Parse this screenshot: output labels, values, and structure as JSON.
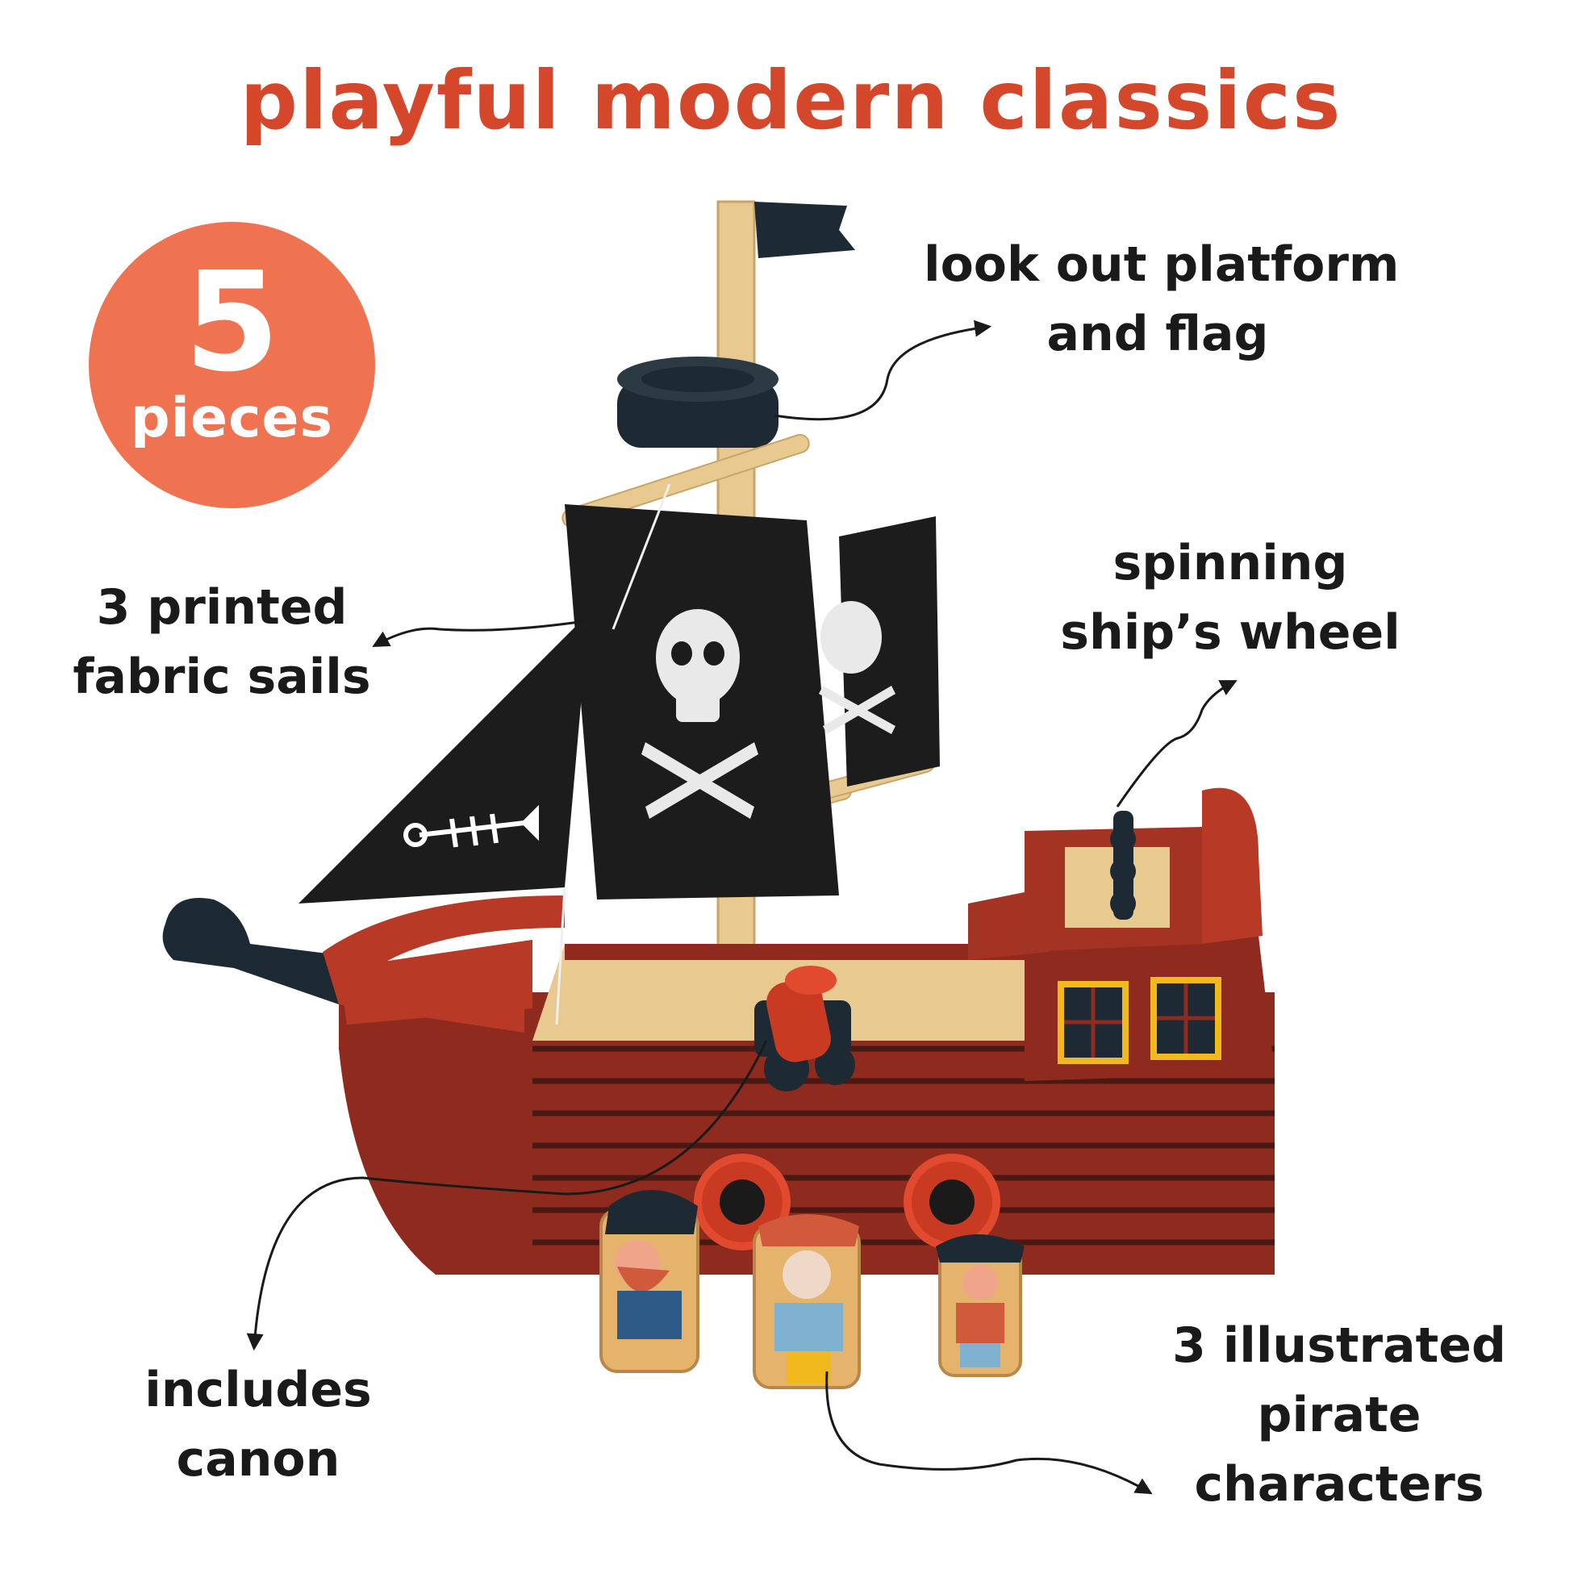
{
  "title": "playful modern classics",
  "badge": {
    "number": "5",
    "label": "pieces"
  },
  "callouts": {
    "lookout": [
      "look out platform",
      "and flag"
    ],
    "sails": [
      "3 printed",
      "fabric sails"
    ],
    "wheel": [
      "spinning",
      "ship’s wheel"
    ],
    "canon": [
      "includes",
      "canon"
    ],
    "pirates": [
      "3 illustrated",
      "pirate",
      "characters"
    ]
  },
  "colors": {
    "title": "#d4472a",
    "badge": "#ef7350",
    "hull": "#8e2b1e",
    "hull_light": "#b83a26",
    "sail": "#1c1c1c",
    "wood": "#e8c98f",
    "navy": "#1e2a33",
    "window": "#f2b91f"
  }
}
